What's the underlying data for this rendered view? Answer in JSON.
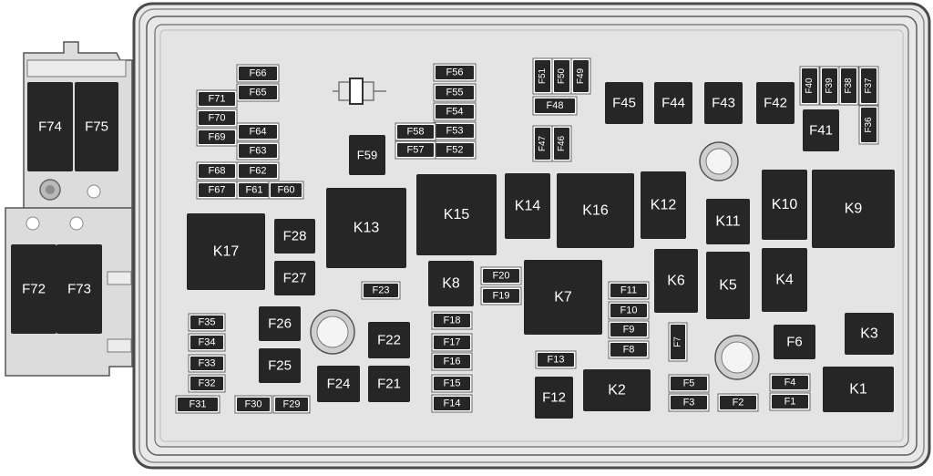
{
  "colors": {
    "housing_fill": "#e4e4e4",
    "housing_stroke": "#4a4a4a",
    "component_fill": "#262626",
    "label_color": "#ffffff",
    "boss_fill": "#f2f2f2"
  },
  "components": {
    "K1": "K1",
    "K2": "K2",
    "K3": "K3",
    "K4": "K4",
    "K5": "K5",
    "K6": "K6",
    "K7": "K7",
    "K8": "K8",
    "K9": "K9",
    "K10": "K10",
    "K11": "K11",
    "K12": "K12",
    "K13": "K13",
    "K14": "K14",
    "K15": "K15",
    "K16": "K16",
    "K17": "K17",
    "F1": "F1",
    "F2": "F2",
    "F3": "F3",
    "F4": "F4",
    "F5": "F5",
    "F6": "F6",
    "F7": "F7",
    "F8": "F8",
    "F9": "F9",
    "F10": "F10",
    "F11": "F11",
    "F12": "F12",
    "F13": "F13",
    "F14": "F14",
    "F15": "F15",
    "F16": "F16",
    "F17": "F17",
    "F18": "F18",
    "F19": "F19",
    "F20": "F20",
    "F21": "F21",
    "F22": "F22",
    "F23": "F23",
    "F24": "F24",
    "F25": "F25",
    "F26": "F26",
    "F27": "F27",
    "F28": "F28",
    "F29": "F29",
    "F30": "F30",
    "F31": "F31",
    "F32": "F32",
    "F33": "F33",
    "F34": "F34",
    "F35": "F35",
    "F36": "F36",
    "F37": "F37",
    "F38": "F38",
    "F39": "F39",
    "F40": "F40",
    "F41": "F41",
    "F42": "F42",
    "F43": "F43",
    "F44": "F44",
    "F45": "F45",
    "F46": "F46",
    "F47": "F47",
    "F48": "F48",
    "F49": "F49",
    "F50": "F50",
    "F51": "F51",
    "F52": "F52",
    "F53": "F53",
    "F54": "F54",
    "F55": "F55",
    "F56": "F56",
    "F57": "F57",
    "F58": "F58",
    "F59": "F59",
    "F60": "F60",
    "F61": "F61",
    "F62": "F62",
    "F63": "F63",
    "F64": "F64",
    "F65": "F65",
    "F66": "F66",
    "F67": "F67",
    "F68": "F68",
    "F69": "F69",
    "F70": "F70",
    "F71": "F71",
    "F72": "F72",
    "F73": "F73",
    "F74": "F74",
    "F75": "F75"
  }
}
